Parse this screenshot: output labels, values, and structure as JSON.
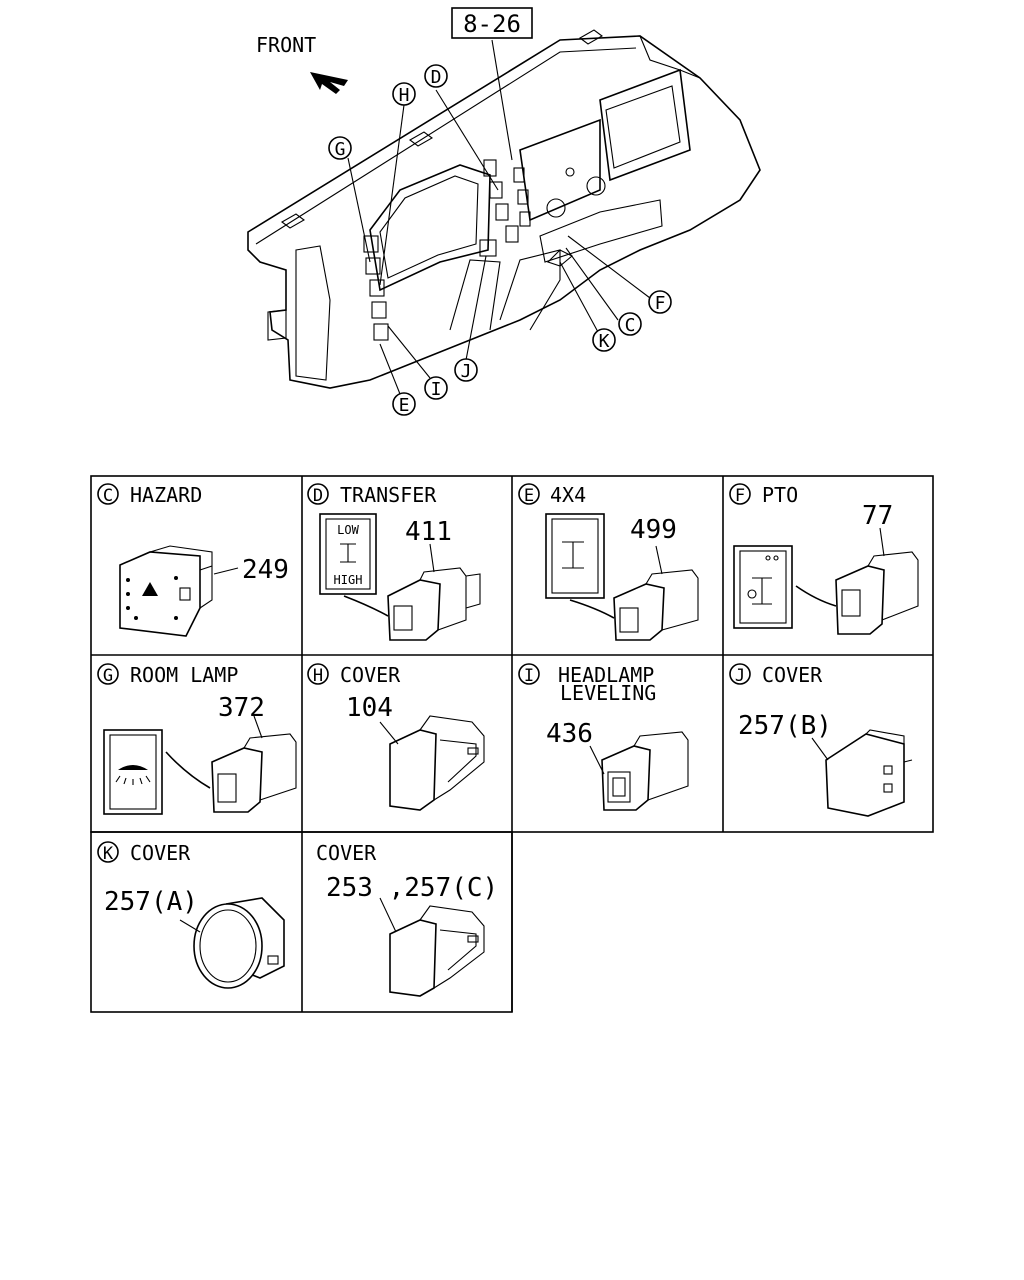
{
  "diagram": {
    "ref_box": "8-26",
    "front_label": "FRONT",
    "callouts": [
      {
        "id": "callout-g",
        "letter": "G"
      },
      {
        "id": "callout-h",
        "letter": "H"
      },
      {
        "id": "callout-d",
        "letter": "D"
      },
      {
        "id": "callout-f",
        "letter": "F"
      },
      {
        "id": "callout-c",
        "letter": "C"
      },
      {
        "id": "callout-k",
        "letter": "K"
      },
      {
        "id": "callout-j",
        "letter": "J"
      },
      {
        "id": "callout-i",
        "letter": "I"
      },
      {
        "id": "callout-e",
        "letter": "E"
      }
    ]
  },
  "panels": [
    {
      "letter": "C",
      "title": "HAZARD",
      "part": "249"
    },
    {
      "letter": "D",
      "title": "TRANSFER",
      "part": "411",
      "label_top": "LOW",
      "label_bottom": "HIGH"
    },
    {
      "letter": "E",
      "title": "4X4",
      "part": "499"
    },
    {
      "letter": "F",
      "title": "PTO",
      "part": "77"
    },
    {
      "letter": "G",
      "title": "ROOM LAMP",
      "part": "372"
    },
    {
      "letter": "H",
      "title": "COVER",
      "part": "104"
    },
    {
      "letter": "I",
      "title": "HEADLAMP",
      "title2": "LEVELING",
      "part": "436"
    },
    {
      "letter": "J",
      "title": "COVER",
      "part": "257(B)"
    },
    {
      "letter": "K",
      "title": "COVER",
      "part": "257(A)"
    },
    {
      "letter": "",
      "title": "COVER",
      "part": "253 ,257(C)"
    }
  ]
}
